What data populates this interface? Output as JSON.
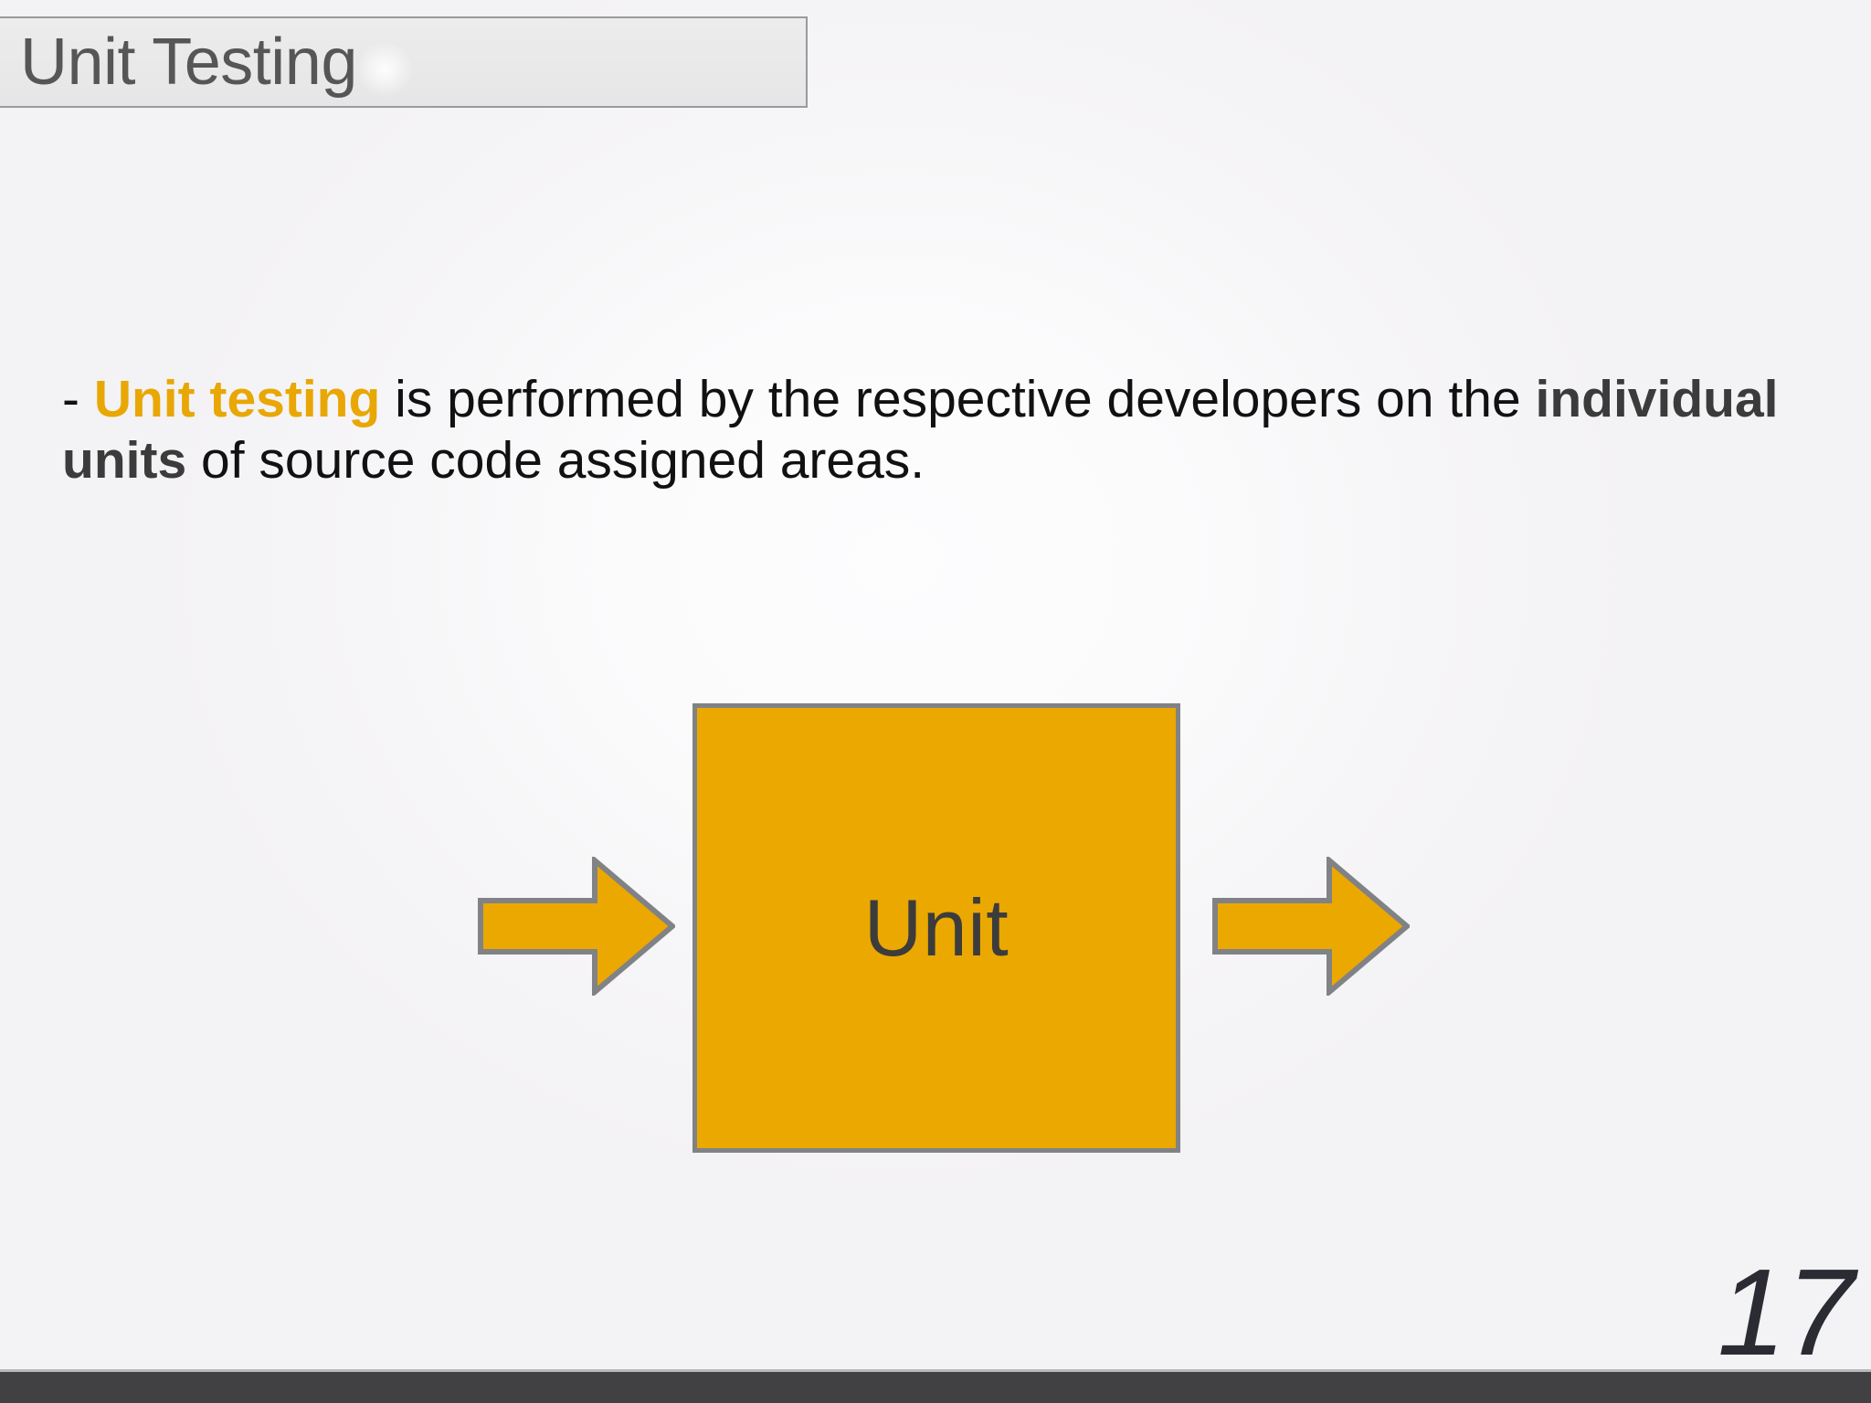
{
  "slide": {
    "title": "Unit Testing",
    "page_number": "17",
    "colors": {
      "accent_orange": "#eba800",
      "highlight_orange_text": "#e8a704",
      "shape_border_gray": "#808285",
      "title_text_gray": "#565656",
      "bold_text_gray": "#3b3b3b",
      "bottom_bar_dark": "#414042",
      "background": "#f5f4f6"
    }
  },
  "body": {
    "dash": "- ",
    "highlight": "Unit testing",
    "segment_1": " is performed by the respective developers on the ",
    "bold_phrase": "individual units",
    "segment_2": " of source code assigned areas.",
    "full_text": "- Unit testing is performed by the respective developers on the individual units of source code assigned areas."
  },
  "diagram": {
    "input_arrow": "arrow-right-icon",
    "unit_box_label": "Unit",
    "output_arrow": "arrow-right-icon"
  }
}
